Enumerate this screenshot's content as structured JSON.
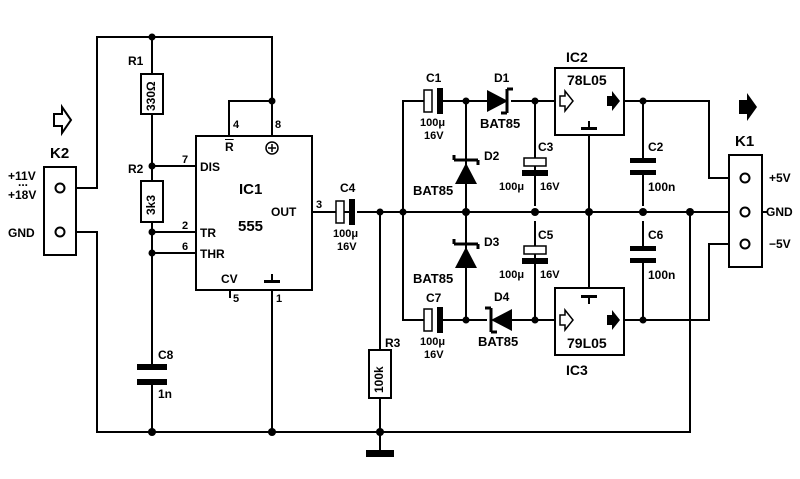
{
  "connectors": {
    "k2": {
      "name": "K2",
      "vin_top": "+11V",
      "vin_dots": "...",
      "vin_bottom": "+18V",
      "gnd": "GND"
    },
    "k1": {
      "name": "K1",
      "pos": "+5V",
      "gnd": "GND",
      "neg": "−5V"
    }
  },
  "ic1": {
    "name": "IC1",
    "type": "555",
    "pins": {
      "dis": "DIS",
      "tr": "TR",
      "thr": "THR",
      "out": "OUT",
      "cv": "CV",
      "reset": "R"
    },
    "pin_numbers": {
      "reset": "4",
      "vcc": "8",
      "dis": "7",
      "tr": "2",
      "thr": "6",
      "out": "3",
      "cv": "5",
      "gnd": "1"
    }
  },
  "resistors": {
    "r1": {
      "name": "R1",
      "value": "330Ω"
    },
    "r2": {
      "name": "R2",
      "value": "3k3"
    },
    "r3": {
      "name": "R3",
      "value": "100k"
    }
  },
  "capacitors": {
    "c1": {
      "name": "C1",
      "value": "100μ",
      "voltage": "16V"
    },
    "c3": {
      "name": "C3",
      "value": "100μ",
      "voltage": "16V"
    },
    "c4": {
      "name": "C4",
      "value": "100μ",
      "voltage": "16V"
    },
    "c5": {
      "name": "C5",
      "value": "100μ",
      "voltage": "16V"
    },
    "c7": {
      "name": "C7",
      "value": "100μ",
      "voltage": "16V"
    },
    "c8": {
      "name": "C8",
      "value": "1n"
    },
    "c2": {
      "name": "C2",
      "value": "100n"
    },
    "c6": {
      "name": "C6",
      "value": "100n"
    }
  },
  "diodes": {
    "d1": {
      "name": "D1",
      "type": "BAT85"
    },
    "d2": {
      "name": "D2",
      "type": "BAT85"
    },
    "d3": {
      "name": "D3",
      "type": "BAT85"
    },
    "d4": {
      "name": "D4",
      "type": "BAT85"
    }
  },
  "regulators": {
    "ic2": {
      "name": "IC2",
      "type": "78L05"
    },
    "ic3": {
      "name": "IC3",
      "type": "79L05"
    }
  }
}
